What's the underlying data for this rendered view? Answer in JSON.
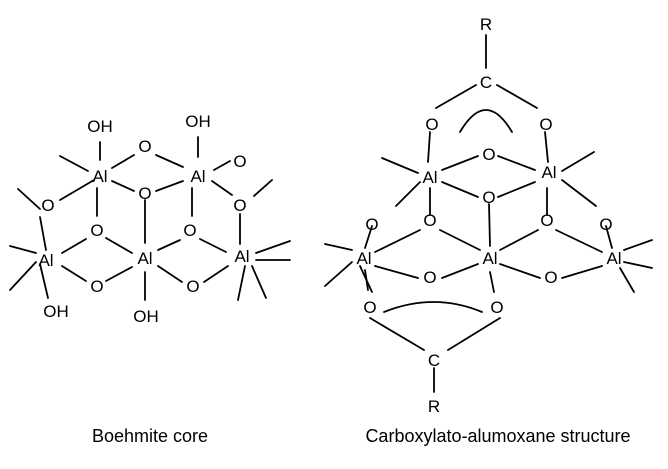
{
  "figure": {
    "left": {
      "caption": "Boehmite core",
      "atoms": {
        "al": "Al",
        "o": "O",
        "oh": "OH"
      }
    },
    "right": {
      "caption": "Carboxylato-alumoxane structure",
      "atoms": {
        "al": "Al",
        "o": "O",
        "c": "C",
        "r": "R"
      }
    }
  }
}
